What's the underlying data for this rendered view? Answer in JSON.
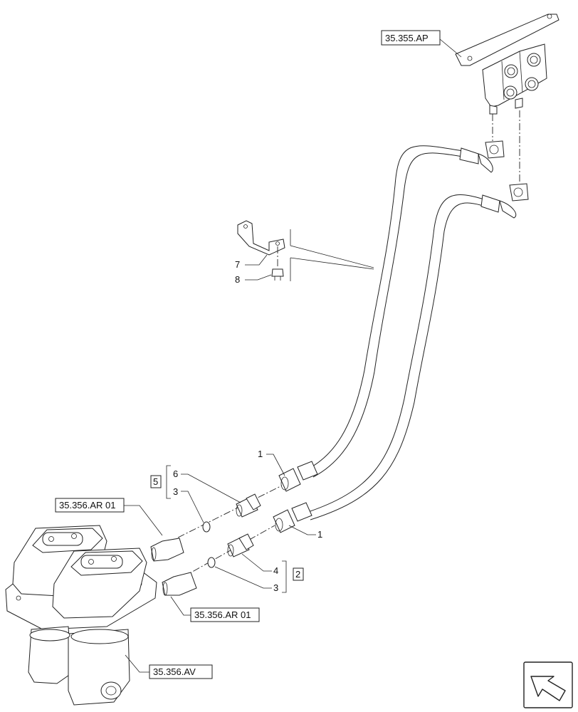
{
  "refs": {
    "valve_top": "35.355.AP",
    "pedal_upper": "35.356.AR 01",
    "pedal_lower": "35.356.AR 01",
    "pedal_valve": "35.356.AV"
  },
  "callouts": {
    "hose_upper": "1",
    "hose_lower": "1",
    "kit_5_box": "5",
    "kit_5_item_a": "6",
    "kit_5_item_b": "3",
    "kit_2_box": "2",
    "kit_2_item_a": "4",
    "kit_2_item_b": "3",
    "bracket": "7",
    "bolt": "8"
  },
  "icons": {
    "navigation": "arrow-navigation-icon"
  }
}
